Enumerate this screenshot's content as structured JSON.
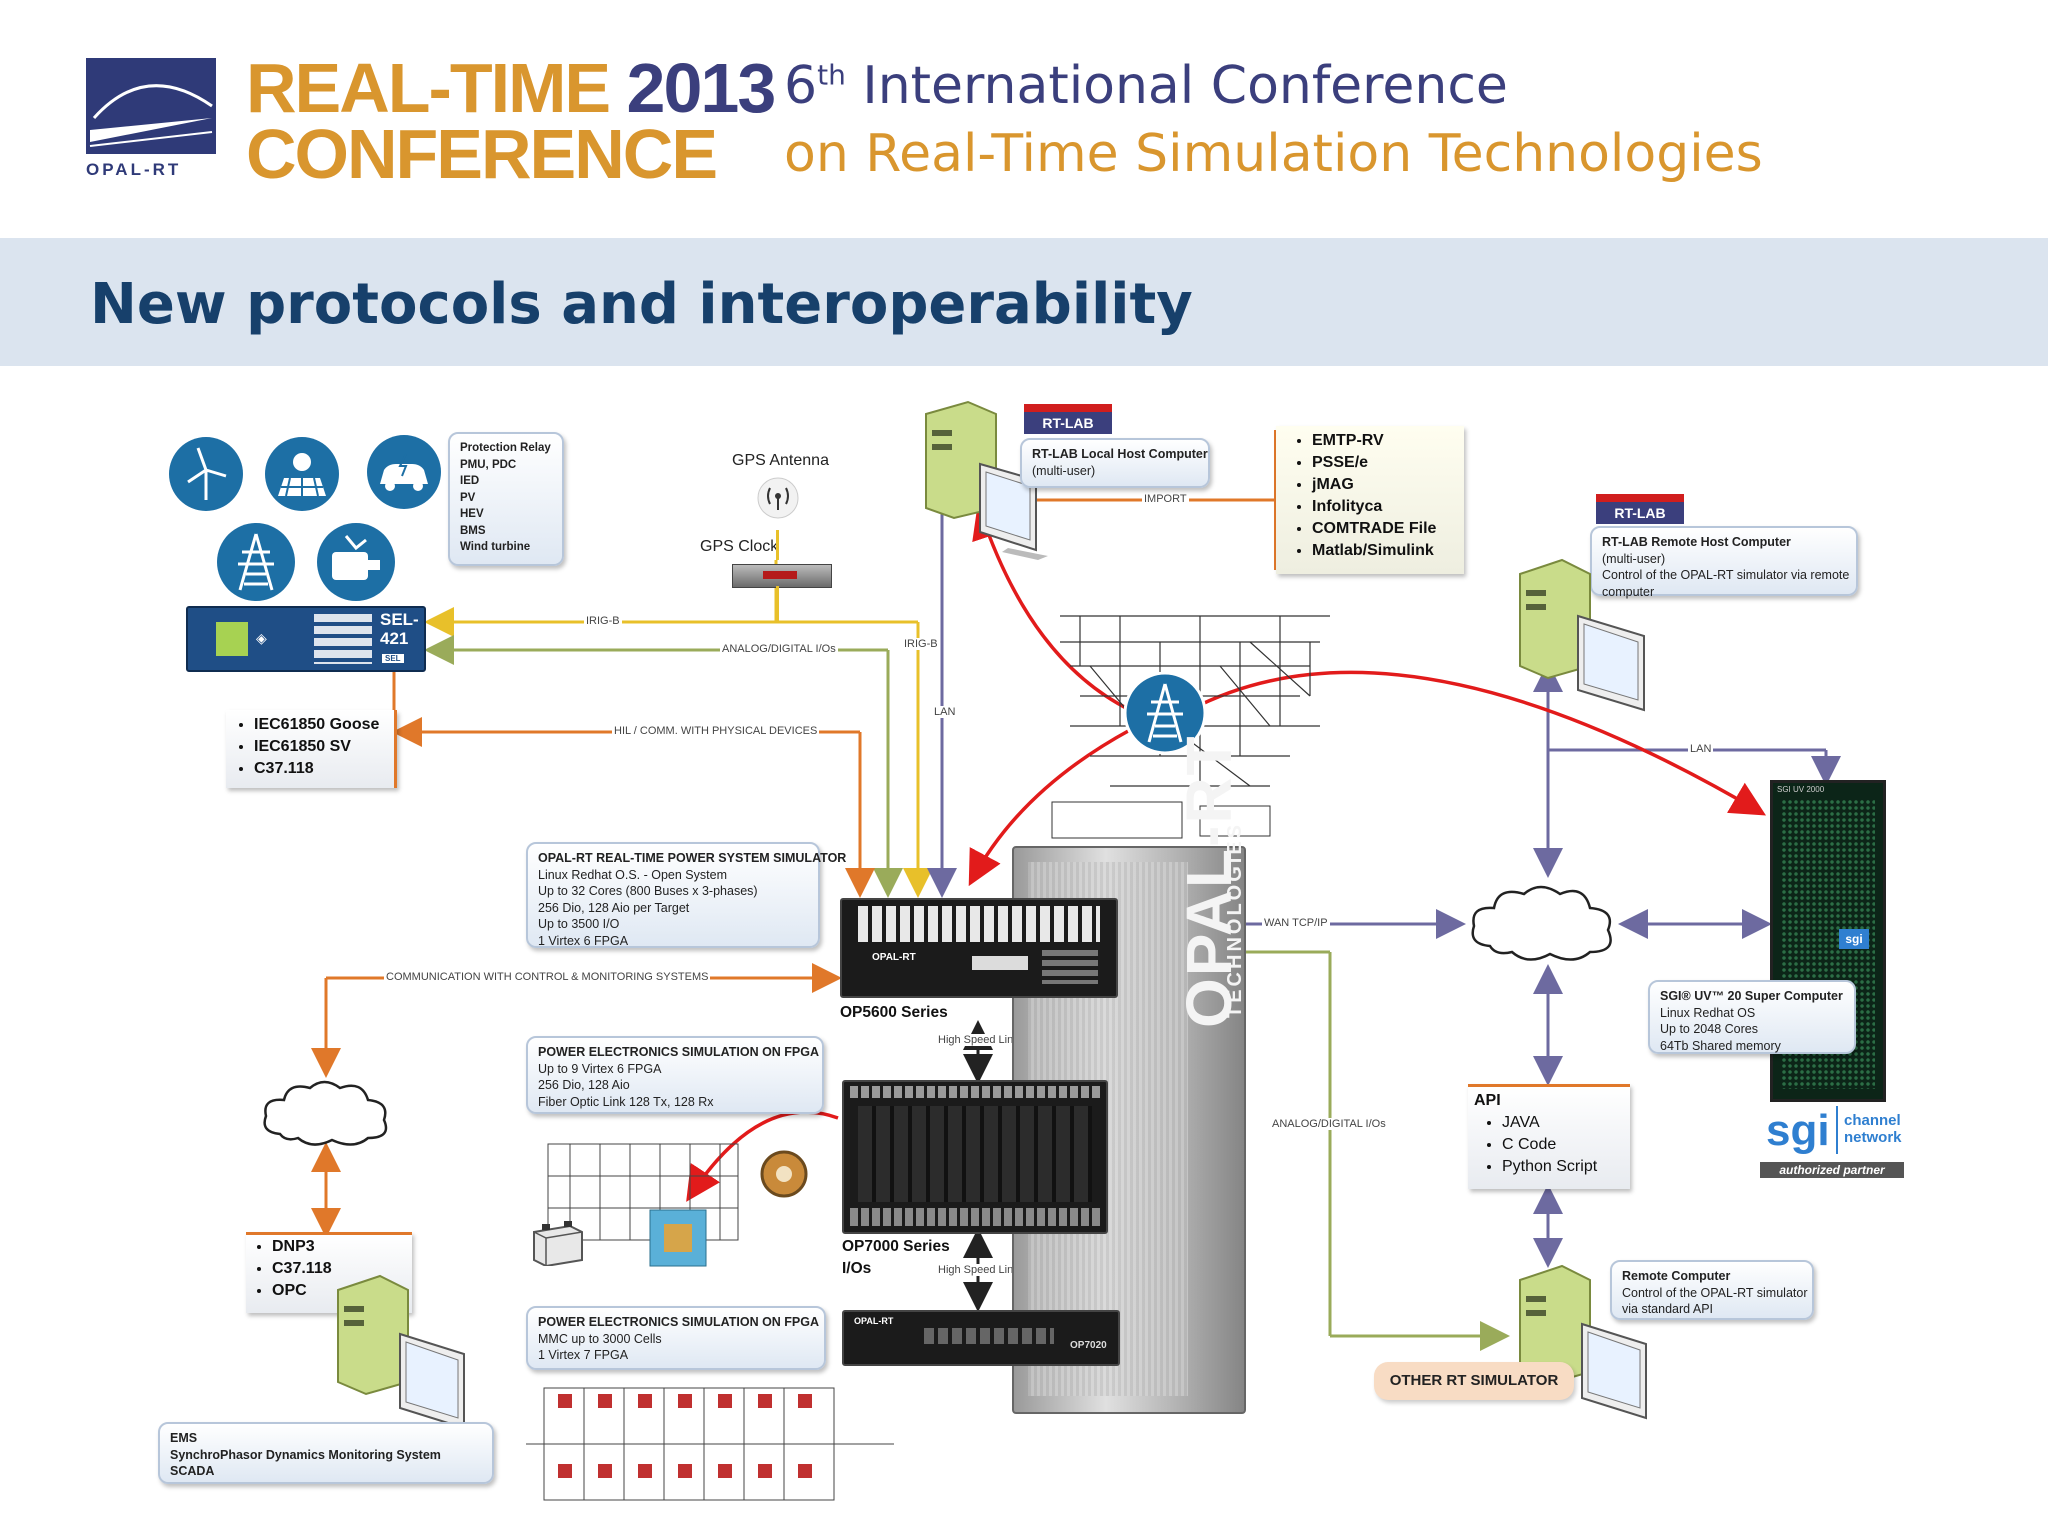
{
  "header": {
    "company_name": "OPAL-RT",
    "brand_line1_part1": "REAL-TIME",
    "brand_line1_part2": "2013",
    "brand_line2": "CONFERENCE",
    "conf_ordinal_number": "6",
    "conf_ordinal_suffix": "th",
    "conf_line1": "International Conference",
    "conf_line2": "on Real-Time Simulation Technologies"
  },
  "slide_title": "New protocols and interoperability",
  "left": {
    "device_types": [
      "Protection Relay",
      "PMU, PDC",
      "IED",
      "PV",
      "HEV",
      "BMS",
      "Wind turbine"
    ],
    "relay_label1": "SEL-",
    "relay_label2": "421",
    "relay_brand": "SEL",
    "iec_protocols": [
      "IEC61850 Goose",
      "IEC61850 SV",
      "C37.118"
    ],
    "scada_protocols": [
      "DNP3",
      "C37.118",
      "OPC"
    ],
    "ems_lines": [
      "EMS",
      "SynchroPhasor Dynamics Monitoring System",
      "SCADA"
    ]
  },
  "gps": {
    "antenna_label": "GPS Antenna",
    "clock_label": "GPS Clock"
  },
  "rtlab": {
    "logo_text": "RT-LAB",
    "local_host_title": "RT-LAB Local  Host Computer",
    "local_host_sub": "(multi-user)",
    "remote_host_title": "RT-LAB Remote Host Computer",
    "remote_host_lines": [
      "(multi-user)",
      "Control of the OPAL-RT simulator via remote",
      "computer"
    ]
  },
  "import_tools": [
    "EMTP-RV",
    "PSSE/e",
    "jMAG",
    "Infolityca",
    "COMTRADE File",
    "Matlab/Simulink"
  ],
  "simulator": {
    "title": "OPAL-RT REAL-TIME POWER SYSTEM SIMULATOR",
    "lines": [
      "Linux Redhat O.S. - Open System",
      "Up to 32 Cores (800 Buses x 3-phases)",
      "256 Dio, 128 Aio per Target",
      "Up to 3500 I/O",
      "1 Virtex 6 FPGA"
    ]
  },
  "pe_fpga1": {
    "title": "POWER ELECTRONICS SIMULATION ON FPGA",
    "lines": [
      "Up to 9 Virtex 6 FPGA",
      "256 Dio, 128 Aio",
      "Fiber Optic Link 128 Tx, 128 Rx"
    ]
  },
  "pe_fpga2": {
    "title": "POWER ELECTRONICS SIMULATION ON FPGA",
    "lines": [
      "MMC up to 3000 Cells",
      "1 Virtex 7 FPGA"
    ]
  },
  "hardware": {
    "op5600_label": "OP5600 Series",
    "op7000_label1": "OP7000 Series",
    "op7000_label2": "I/Os",
    "high_speed_1": "High Speed Link",
    "high_speed_2": "High Speed Link",
    "rack_text1": "OPAL-RT",
    "rack_text2": "TECHNOLOGIES",
    "op7020_label": "OP7020",
    "chassis_brand": "OPAL-RT"
  },
  "links": {
    "irig_b_1": "IRIG-B",
    "irig_b_2": "IRIG-B",
    "analog_digital_1": "ANALOG/DIGITAL I/Os",
    "analog_digital_2": "ANALOG/DIGITAL I/Os",
    "hil_comm": "HIL / COMM. WITH PHYSICAL DEVICES",
    "comm_control": "COMMUNICATION WITH CONTROL & MONITORING SYSTEMS",
    "lan_1": "LAN",
    "lan_2": "LAN",
    "import": "IMPORT",
    "wan": "WAN TCP/IP"
  },
  "sgi": {
    "lines_title": "SGI® UV™ 20 Super Computer",
    "lines": [
      "Linux Redhat OS",
      "Up to 2048 Cores",
      "64Tb Shared memory"
    ],
    "logo_text": "sgi",
    "channel1": "channel",
    "channel2": "network",
    "partner": "authorized partner",
    "rack_badge": "sgi",
    "rack_top_label": "SGI UV 2000"
  },
  "api": {
    "title": "API",
    "items": [
      "JAVA",
      "C Code",
      "Python Script"
    ]
  },
  "remote_computer": {
    "title": "Remote Computer",
    "lines": [
      "Control of the OPAL-RT simulator",
      "via standard API"
    ]
  },
  "other_rt": "OTHER RT SIMULATOR",
  "colors": {
    "title_blue": "#17406b",
    "orange": "#e0782a",
    "yellow": "#e8c02a",
    "olive": "#9aab5a",
    "purple": "#6d6aa0",
    "red": "#e21b1b",
    "icon_blue": "#1d6fa5"
  }
}
